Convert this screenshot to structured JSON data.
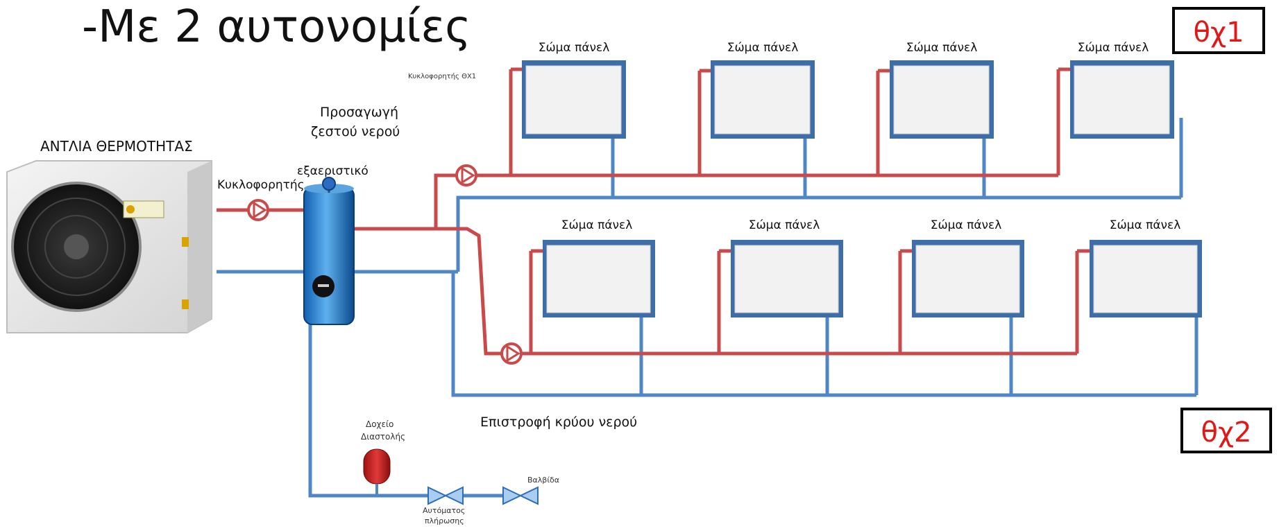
{
  "title": "-Με 2 αυτονομίες",
  "zones": [
    {
      "id": "zone1",
      "label": "θχ1",
      "circulator_label": "Κυκλοφορητής ΘΧ1",
      "radiators": [
        "Σώμα πάνελ",
        "Σώμα πάνελ",
        "Σώμα πάνελ",
        "Σώμα πάνελ"
      ]
    },
    {
      "id": "zone2",
      "label": "θχ2",
      "radiators": [
        "Σώμα πάνελ",
        "Σώμα πάνελ",
        "Σώμα πάνελ",
        "Σώμα πάνελ"
      ]
    }
  ],
  "labels": {
    "heat_pump": "ΑΝΤΛΙΑ ΘΕΡΜΟΤΗΤΑΣ",
    "main_circulator": "Κυκλοφορητής",
    "air_vent": "εξαεριστικό",
    "supply_line1": "Προσαγωγή",
    "supply_line2": "ζεστού νερού",
    "return": "Επιστροφή κρύου νερού",
    "expansion_tank_line1": "Δοχείο",
    "expansion_tank_line2": "Διαστολής",
    "auto_fill_line1": "Αυτόματος",
    "auto_fill_line2": "πλήρωσης",
    "valve": "Βαλβίδα"
  },
  "colors": {
    "hot_pipe": "#c94a4a",
    "cold_pipe": "#4f86c6",
    "zone_label": "#e01818",
    "radiator_frame": "#3d6ea8",
    "radiator_panel": "#f2f2f2"
  }
}
